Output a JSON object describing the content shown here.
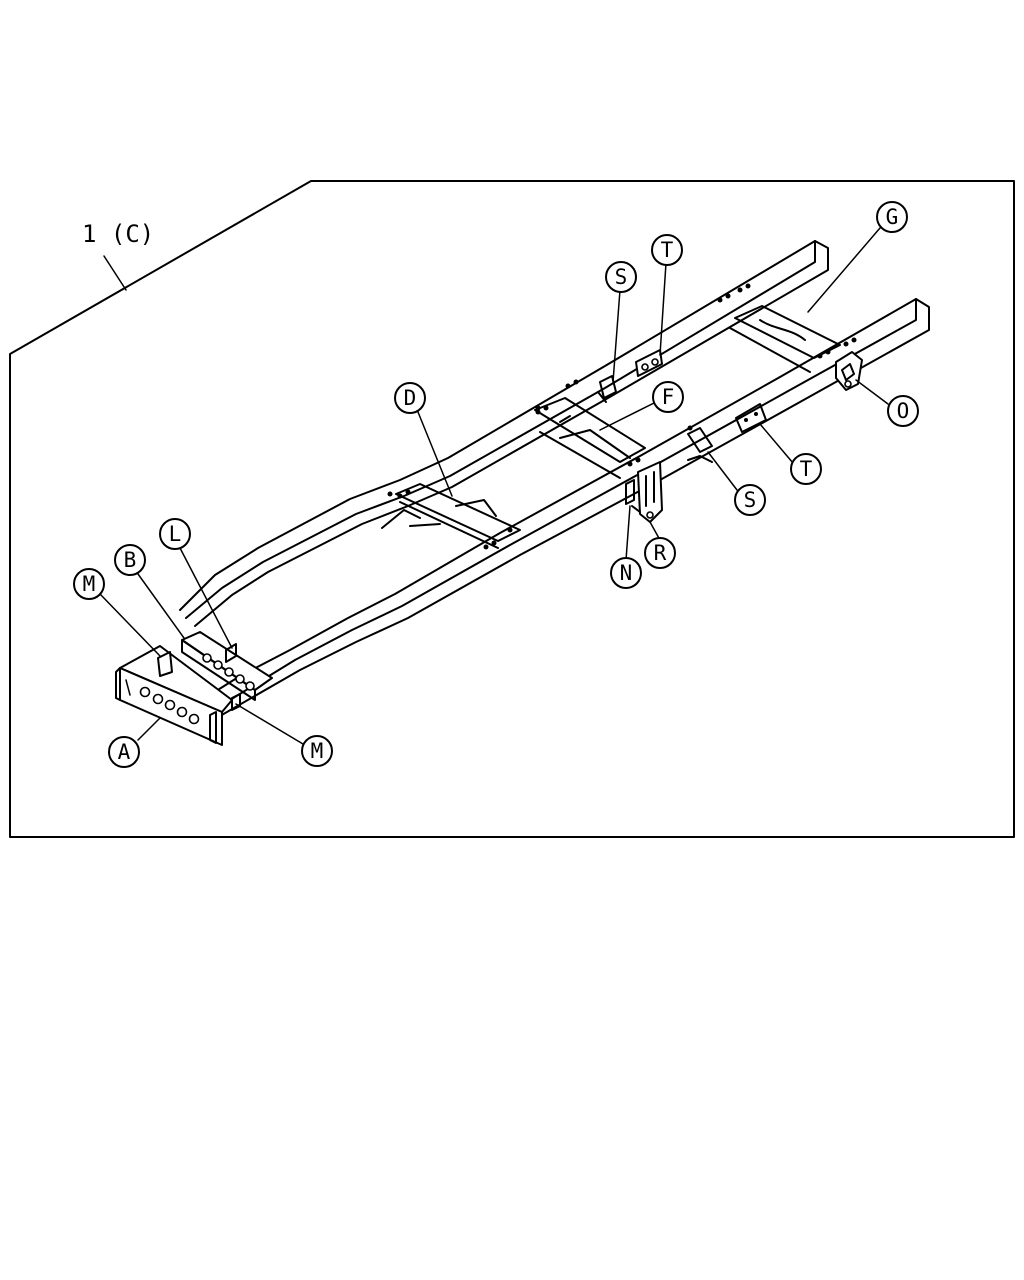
{
  "figure": {
    "assembly_label": "1 (C)",
    "callouts": [
      {
        "id": "G",
        "label": "G"
      },
      {
        "id": "T-top",
        "label": "T"
      },
      {
        "id": "S-top",
        "label": "S"
      },
      {
        "id": "D",
        "label": "D"
      },
      {
        "id": "F",
        "label": "F"
      },
      {
        "id": "O",
        "label": "O"
      },
      {
        "id": "T-bottom",
        "label": "T"
      },
      {
        "id": "S-bottom",
        "label": "S"
      },
      {
        "id": "R",
        "label": "R"
      },
      {
        "id": "N",
        "label": "N"
      },
      {
        "id": "L",
        "label": "L"
      },
      {
        "id": "B",
        "label": "B"
      },
      {
        "id": "M-left",
        "label": "M"
      },
      {
        "id": "A",
        "label": "A"
      },
      {
        "id": "M-bottom",
        "label": "M"
      }
    ]
  }
}
